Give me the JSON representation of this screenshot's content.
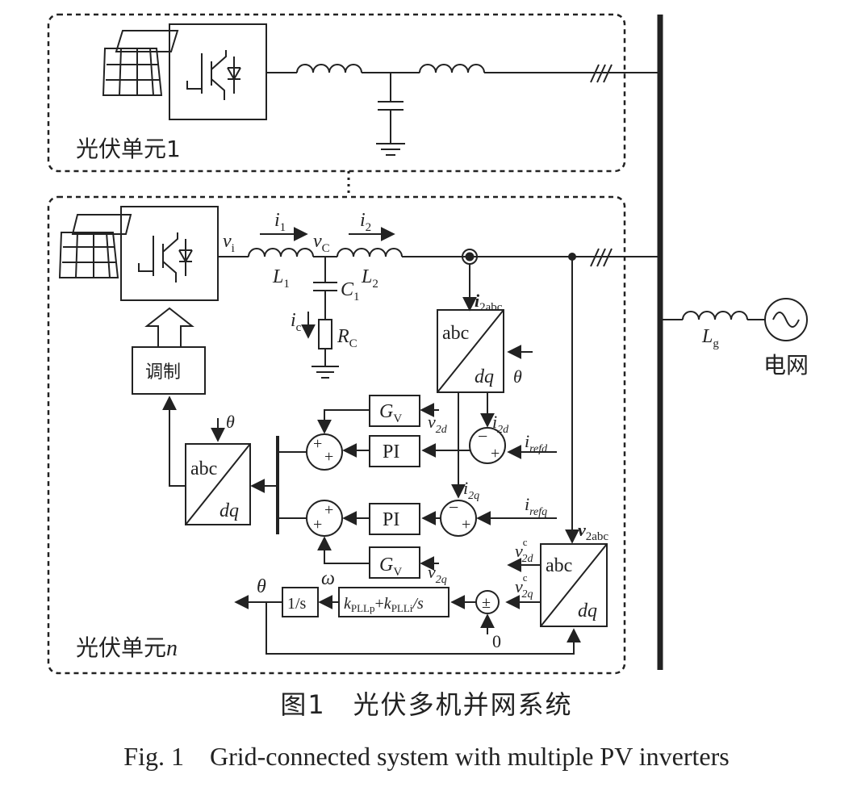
{
  "units": {
    "unit1": "光伏单元1",
    "unitN_prefix": "光伏单元",
    "unitN_suffix": "n"
  },
  "grid": {
    "label": "电网",
    "inductor": "L",
    "inductor_sub": "g"
  },
  "circuit": {
    "vi": "v",
    "vi_sub": "i",
    "i1": "i",
    "i1_sub": "1",
    "vC": "v",
    "vC_sub": "C",
    "i2": "i",
    "i2_sub": "2",
    "L1": "L",
    "L1_sub": "1",
    "L2": "L",
    "L2_sub": "2",
    "C1": "C",
    "C1_sub": "1",
    "ic": "i",
    "ic_sub": "c",
    "RC": "R",
    "RC_sub": "C"
  },
  "control": {
    "modulation": "调制",
    "abc": "abc",
    "dq": "dq",
    "theta": "θ",
    "omega": "ω",
    "i2abc": "i",
    "i2abc_sub": "2abc",
    "v2abc": "v",
    "v2abc_sub": "2abc",
    "i2d": "i",
    "i2d_sub": "2d",
    "i2q": "i",
    "i2q_sub": "2q",
    "irefd": "i",
    "irefd_sub": "refd",
    "irefq": "i",
    "irefq_sub": "refq",
    "v2d": "v",
    "v2d_sub": "2d",
    "v2q": "v",
    "v2q_sub": "2q",
    "v2dc": "v",
    "v2dc_sup": "c",
    "v2dc_sub": "2d",
    "v2qc": "v",
    "v2qc_sup": "c",
    "v2qc_sub": "2q",
    "Gv": "G",
    "Gv_sub": "V",
    "PI": "PI",
    "integrator": "1/s",
    "pll_k": "k",
    "pll_kp_sub": "PLLp",
    "pll_plus": "+",
    "pll_ki_sub": "PLLi",
    "pll_over_s": "/s",
    "zero": "0",
    "plus": "+",
    "minus": "−",
    "pm": "±"
  },
  "caption": {
    "cn": "图1　光伏多机并网系统",
    "en": "Fig. 1　Grid-connected system with multiple PV inverters"
  }
}
